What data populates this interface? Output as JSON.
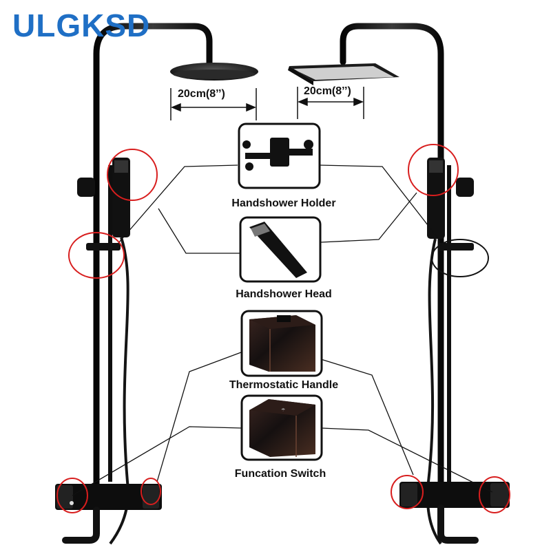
{
  "brand": {
    "name": "ULGKSD",
    "color": "#1f6fc5"
  },
  "dimensions": {
    "round_head": "20cm(8’’)",
    "square_head": "20cm(8’’)"
  },
  "callouts": {
    "holder": "Handshower Holder",
    "head": "Handshower Head",
    "thermostatic": "Thermostatic Handle",
    "switch": "Funcation Switch"
  },
  "colors": {
    "fixture": "#141414",
    "highlight": "#d81e1e",
    "box_border": "#111111"
  }
}
